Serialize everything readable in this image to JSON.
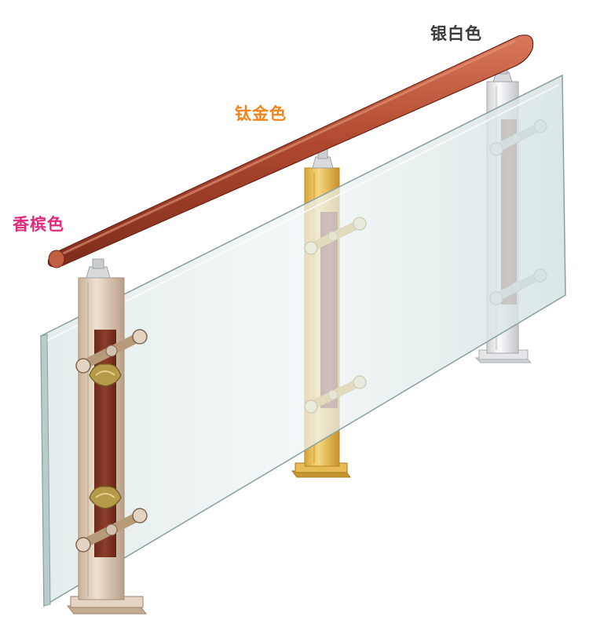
{
  "labels": {
    "silver": {
      "text": "银白色",
      "color": "#3a3a3a"
    },
    "titanium_gold": {
      "text": "钛金色",
      "color": "#f0841e"
    },
    "champagne": {
      "text": "香槟色",
      "color": "#e6287d"
    }
  },
  "colors": {
    "handrail": "#a8402a",
    "handrail_highlight": "#d06a48",
    "glass": "#dfeaea",
    "glass_edge": "#8aa0a0",
    "wood_insert": "#7a3326",
    "champagne_post": "#d9c6b0",
    "gold_post": "#e3b548",
    "silver_post": "#e6e6e8",
    "clamp_bronze": "#b79a7a",
    "clamp_gold": "#c9a13c",
    "clamp_silver": "#b8bcc0",
    "ornament": "#b59a4a"
  }
}
